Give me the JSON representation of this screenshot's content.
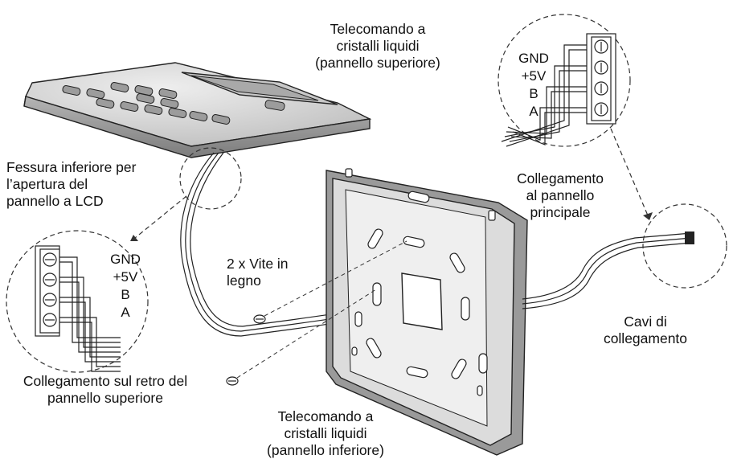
{
  "labels": {
    "remote_upper": "Telecomando a\ncristalli liquidi\n(pannello superiore)",
    "slot": "Fessura inferiore per\nl’apertura del\npannello a LCD",
    "connection_main": "Collegamento\nal pannello\nprincipale",
    "screws": "2 x Vite in\nlegno",
    "cables": "Cavi di\ncollegamento",
    "connection_back": "Collegamento sul retro del\npannello superiore",
    "remote_lower": "Telecomando a\ncristalli liquidi\n(pannello inferiore)"
  },
  "terminals": [
    "GND",
    "+5V",
    "B",
    "A"
  ],
  "colors": {
    "ink": "#111111",
    "body": "#d9d9d9",
    "shadow": "#9a9a9a"
  }
}
